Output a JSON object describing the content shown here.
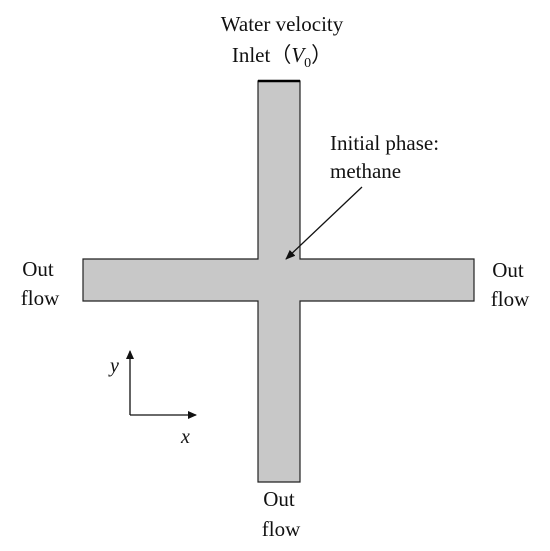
{
  "inlet": {
    "line1": "Water velocity",
    "line2_prefix": "Inlet（",
    "symbol": "V",
    "subscript": "0",
    "line2_suffix": "）"
  },
  "annotation": {
    "line1": "Initial phase:",
    "line2": "methane"
  },
  "outlets": {
    "left": [
      "Out",
      "flow"
    ],
    "right": [
      "Out",
      "flow"
    ],
    "bottom": [
      "Out",
      "flow"
    ]
  },
  "axes": {
    "x_label": "x",
    "y_label": "y"
  },
  "colors": {
    "channel_fill": "#c8c8c8",
    "channel_stroke": "#222222",
    "inlet_edge": "#000000"
  }
}
